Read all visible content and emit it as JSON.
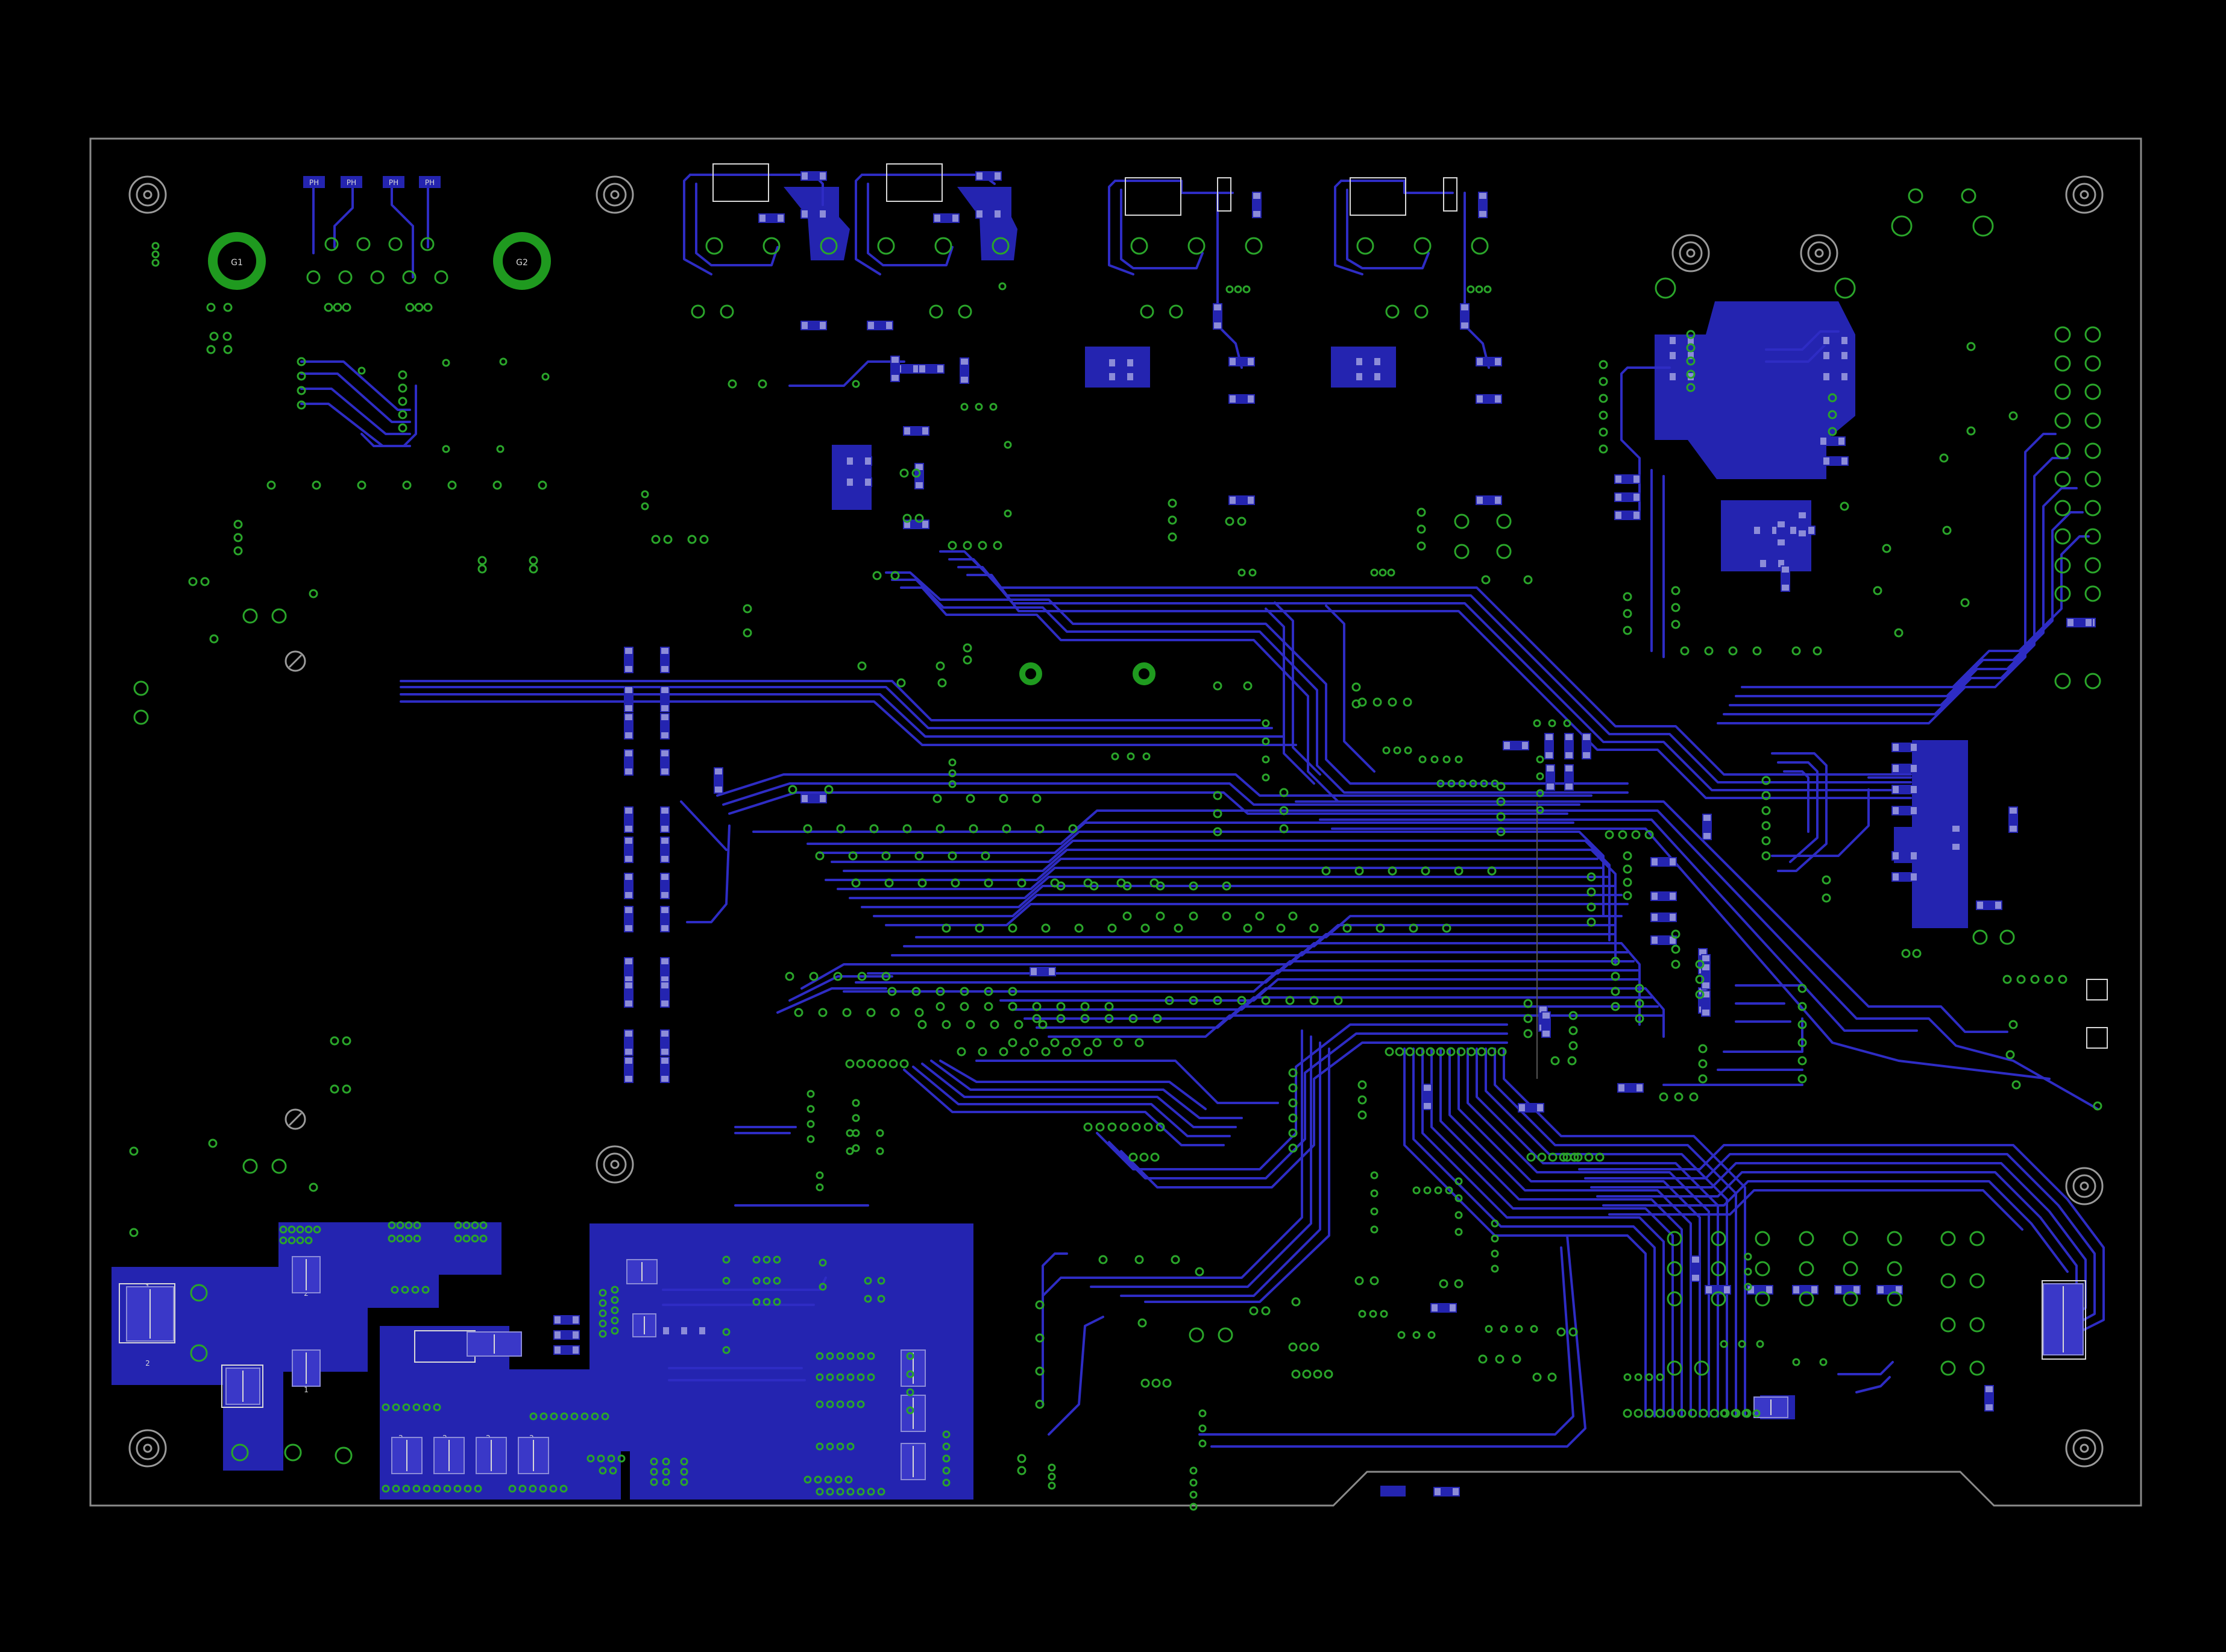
{
  "board": {
    "colors": {
      "background": "#000000",
      "outline": "#8a8a8a",
      "trace": "#2e2cc4",
      "copper": "#2424b0",
      "via": "#2aa52a",
      "silkscreen": "#d8d8d8",
      "hole": "#9a9a9a"
    }
  },
  "labels": {
    "mounting_label_1": "G1",
    "mounting_label_2": "G2",
    "header_pins": [
      "PH",
      "PH",
      "PH",
      "PH"
    ],
    "pad_labels": [
      "1",
      "2",
      "1",
      "2",
      "1",
      "2",
      "2",
      "2",
      "2",
      "2"
    ]
  }
}
